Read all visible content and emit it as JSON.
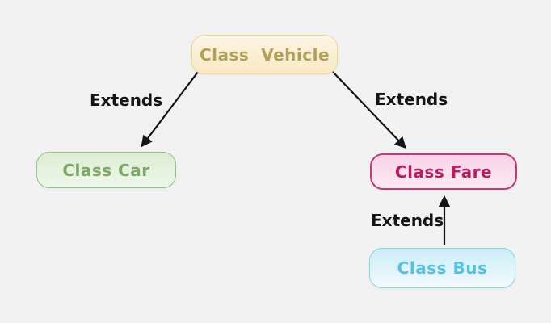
{
  "background_color": "#f2f2f2",
  "diagram": {
    "type": "class-inheritance",
    "nodes": [
      {
        "id": "vehicle",
        "label": "Class  Vehicle",
        "fill_top": "#fdf6e6",
        "fill_bottom": "#f8e9c3",
        "border_color": "#f5d78d",
        "text_color": "#b2a058"
      },
      {
        "id": "car",
        "label": "Class Car",
        "fill_top": "#dcedd4",
        "fill_bottom": "#eef7ea",
        "border_color": "#8fc681",
        "text_color": "#7caa64"
      },
      {
        "id": "fare",
        "label": "Class Fare",
        "fill_top": "#f9d3e6",
        "fill_bottom": "#fdeaf2",
        "border_color": "#c13c78",
        "text_color": "#c2185f"
      },
      {
        "id": "bus",
        "label": "Class Bus",
        "fill_top": "#cdedf7",
        "fill_bottom": "#f2fafd",
        "border_color": "#85d8ec",
        "text_color": "#54c0e2"
      }
    ],
    "edges": [
      {
        "from": "vehicle",
        "to": "car",
        "label": "Extends"
      },
      {
        "from": "vehicle",
        "to": "fare",
        "label": "Extends"
      },
      {
        "from": "bus",
        "to": "fare",
        "label": "Extends"
      }
    ],
    "edge_color": "#141414",
    "edge_label_color": "#141414"
  }
}
